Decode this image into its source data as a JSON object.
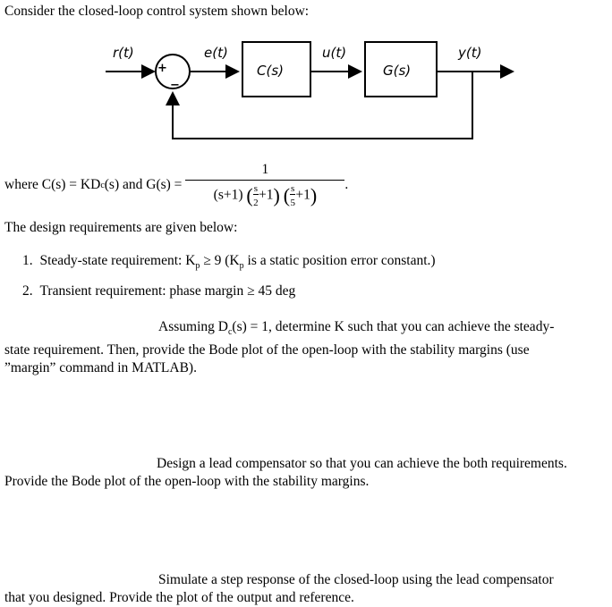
{
  "intro": "Consider the closed-loop control system shown below:",
  "diagram": {
    "r_label": "r(t)",
    "e_label": "e(t)",
    "u_label": "u(t)",
    "y_label": "y(t)",
    "c_block": "C(s)",
    "g_block": "G(s)",
    "plus_sign": "+",
    "minus_sign": "−"
  },
  "where_line": {
    "prefix": "where C(s) = KD",
    "sub_c": "c",
    "middle": "(s) and G(s) =",
    "numerator": "1",
    "factor1": "(s+1)",
    "frac1_num": "s",
    "frac1_den": "2",
    "frac2_num": "s",
    "frac2_den": "5",
    "plus_one": "+1",
    "period": "."
  },
  "requirements_heading": "The design requirements are given below:",
  "requirements": [
    {
      "number": "1.",
      "text": "Steady-state requirement: K",
      "sub": "p",
      "rest": " ≥ 9 (K",
      "sub2": "p",
      "rest2": " is a static position error constant.)"
    },
    {
      "number": "2.",
      "text": "Transient requirement: phase margin ≥ 45 deg"
    }
  ],
  "task1": {
    "line1": "Assuming D",
    "sub": "c",
    "line1b": "(s) = 1, determine K such that you can achieve the steady-",
    "line2": "state requirement. Then, provide the Bode plot of the open-loop with the stability margins (use",
    "line3": "”margin” command in MATLAB)."
  },
  "task2": {
    "line1": "Design a lead compensator so that you can achieve the both requirements.",
    "line2": "Provide the Bode plot of the open-loop with the stability margins."
  },
  "task3": {
    "line1": "Simulate a step response of the closed-loop using the lead compensator",
    "line2": "that you designed. Provide the plot of the output and reference."
  }
}
